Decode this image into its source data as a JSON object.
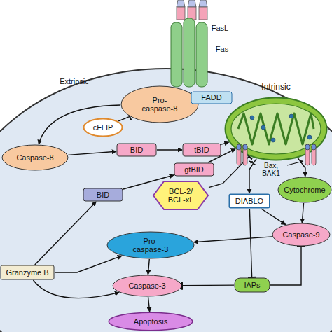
{
  "diagram": {
    "nodes": [
      {
        "text": [
          "FasL"
        ]
      },
      {
        "text": [
          "Fas"
        ]
      },
      {
        "text": [
          "Pro- caspase-8"
        ]
      },
      {
        "text": [
          "FADD"
        ]
      },
      {
        "text": [
          "cFLIP"
        ]
      },
      {
        "text": [
          "Caspase-8"
        ]
      },
      {
        "text": [
          "BID"
        ]
      },
      {
        "text": [
          "tBID"
        ]
      },
      {
        "text": [
          "Intrinsic"
        ]
      },
      {
        "text": [
          "gtBID"
        ]
      },
      {
        "text": [
          "BID"
        ]
      },
      {
        "text": [
          "BCL-2/ BCL-xL"
        ]
      },
      {
        "text": [
          "DIABLO"
        ]
      },
      {
        "text": [
          "Cytochrome"
        ]
      },
      {
        "text": [
          "Caspase-9"
        ]
      },
      {
        "text": [
          "Granzyme B"
        ]
      },
      {
        "text": [
          "Pro- caspase-3"
        ]
      },
      {
        "text": [
          "Caspase-3"
        ]
      },
      {
        "text": [
          "IAPs"
        ]
      },
      {
        "text": [
          "Apoptosis"
        ]
      }
    ],
    "edges": [
      {
        "from": 2,
        "to": 5,
        "arrow": "to"
      },
      {
        "from": 4,
        "to": 2,
        "arrow": "to"
      },
      {
        "from": 5,
        "to": 6,
        "arrow": "to"
      },
      {
        "from": 6,
        "to": 7,
        "arrow": "to"
      },
      {
        "from": 7,
        "to": 8,
        "arrow": "to"
      },
      {
        "from": 15,
        "to": 10,
        "arrow": "to"
      },
      {
        "from": 10,
        "to": 9,
        "arrow": "to"
      },
      {
        "from": 9,
        "to": 8,
        "arrow": "to"
      },
      {
        "from": 11,
        "to": 8,
        "arrow": "to"
      },
      {
        "from": 8,
        "to": 12,
        "arrow": "to"
      },
      {
        "from": 8,
        "to": 13,
        "arrow": "to"
      },
      {
        "from": 13,
        "to": 14,
        "arrow": "to"
      },
      {
        "from": 12,
        "to": 14,
        "arrow": "to"
      },
      {
        "from": 12,
        "to": 18,
        "arrow": "to"
      },
      {
        "from": 18,
        "to": 14,
        "arrow": "to"
      },
      {
        "from": 18,
        "to": 17,
        "arrow": "to"
      },
      {
        "from": 14,
        "to": 16,
        "arrow": "to"
      },
      {
        "from": 15,
        "to": 16,
        "arrow": "to"
      },
      {
        "from": 15,
        "to": 17,
        "arrow": "to"
      },
      {
        "from": 16,
        "to": 17,
        "arrow": "to"
      },
      {
        "from": 17,
        "to": 19,
        "arrow": "to"
      }
    ],
    "labels": [
      "Extrinsic",
      "Bax, BAK1"
    ]
  }
}
